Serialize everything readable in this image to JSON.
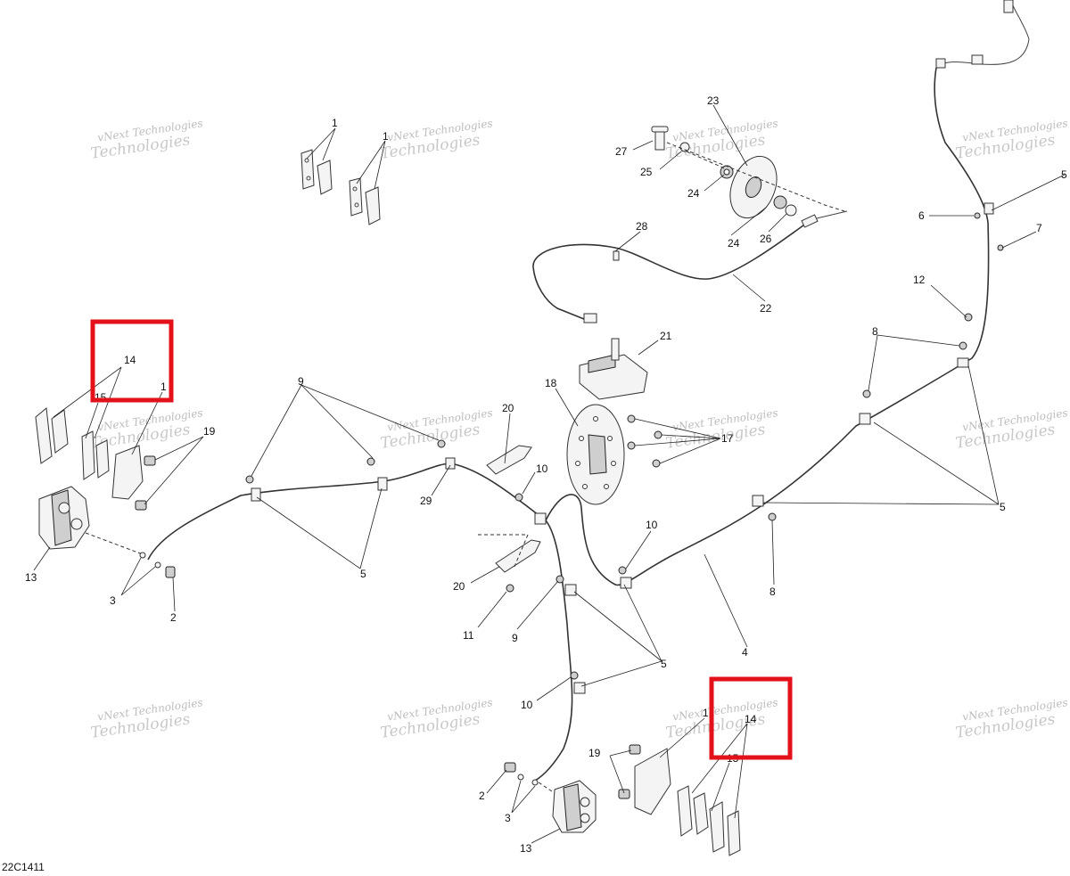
{
  "diagram_code": "22C1411",
  "watermark": {
    "line1": "vNext Technologies",
    "line2": "Technologies"
  },
  "callouts": {
    "n1": "1",
    "n2": "2",
    "n3": "3",
    "n4": "4",
    "n5": "5",
    "n6": "6",
    "n7": "7",
    "n8": "8",
    "n9": "9",
    "n10": "10",
    "n11": "11",
    "n12": "12",
    "n13": "13",
    "n14": "14",
    "n15": "15",
    "n17": "17",
    "n18": "18",
    "n19": "19",
    "n20": "20",
    "n21": "21",
    "n22": "22",
    "n23": "23",
    "n24": "24",
    "n25": "25",
    "n26": "26",
    "n27": "27",
    "n28": "28",
    "n29": "29"
  },
  "colors": {
    "highlight": "#e3121a",
    "ink": "#222222",
    "watermark": "#bdbdbd"
  }
}
